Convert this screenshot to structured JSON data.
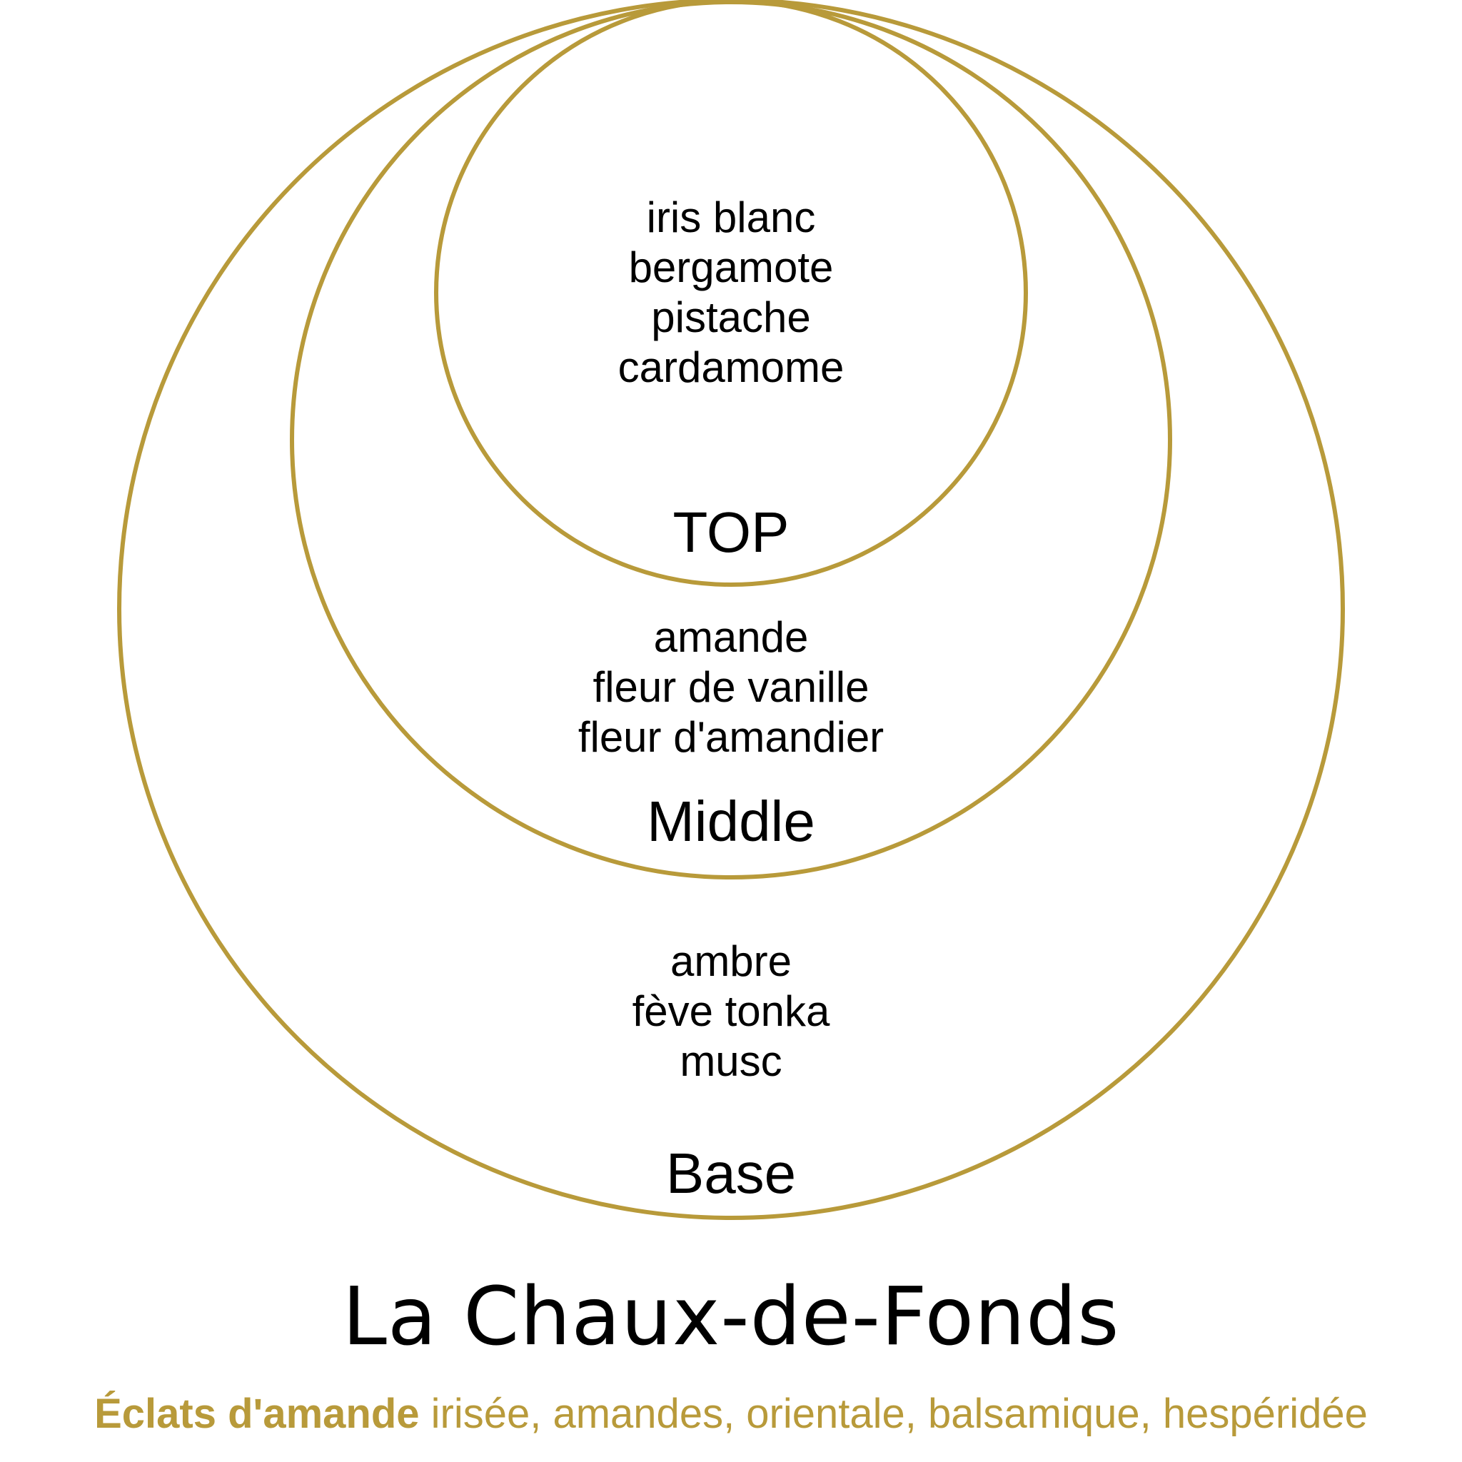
{
  "colors": {
    "accent": "#b89a3a",
    "text": "#000000",
    "background": "#ffffff"
  },
  "pyramid": {
    "top": {
      "label": "TOP",
      "notes": [
        "iris blanc",
        "bergamote",
        "pistache",
        "cardamome"
      ]
    },
    "middle": {
      "label": "Middle",
      "notes": [
        "amande",
        "fleur de vanille",
        "fleur d'amandier"
      ]
    },
    "base": {
      "label": "Base",
      "notes": [
        "ambre",
        "fève tonka",
        "musc"
      ]
    }
  },
  "brand": {
    "title": "La Chaux-de-Fonds"
  },
  "tagline": {
    "name": "Éclats d'amande",
    "descriptors": " irisée, amandes, orientale, balsamique, hespéridée"
  }
}
